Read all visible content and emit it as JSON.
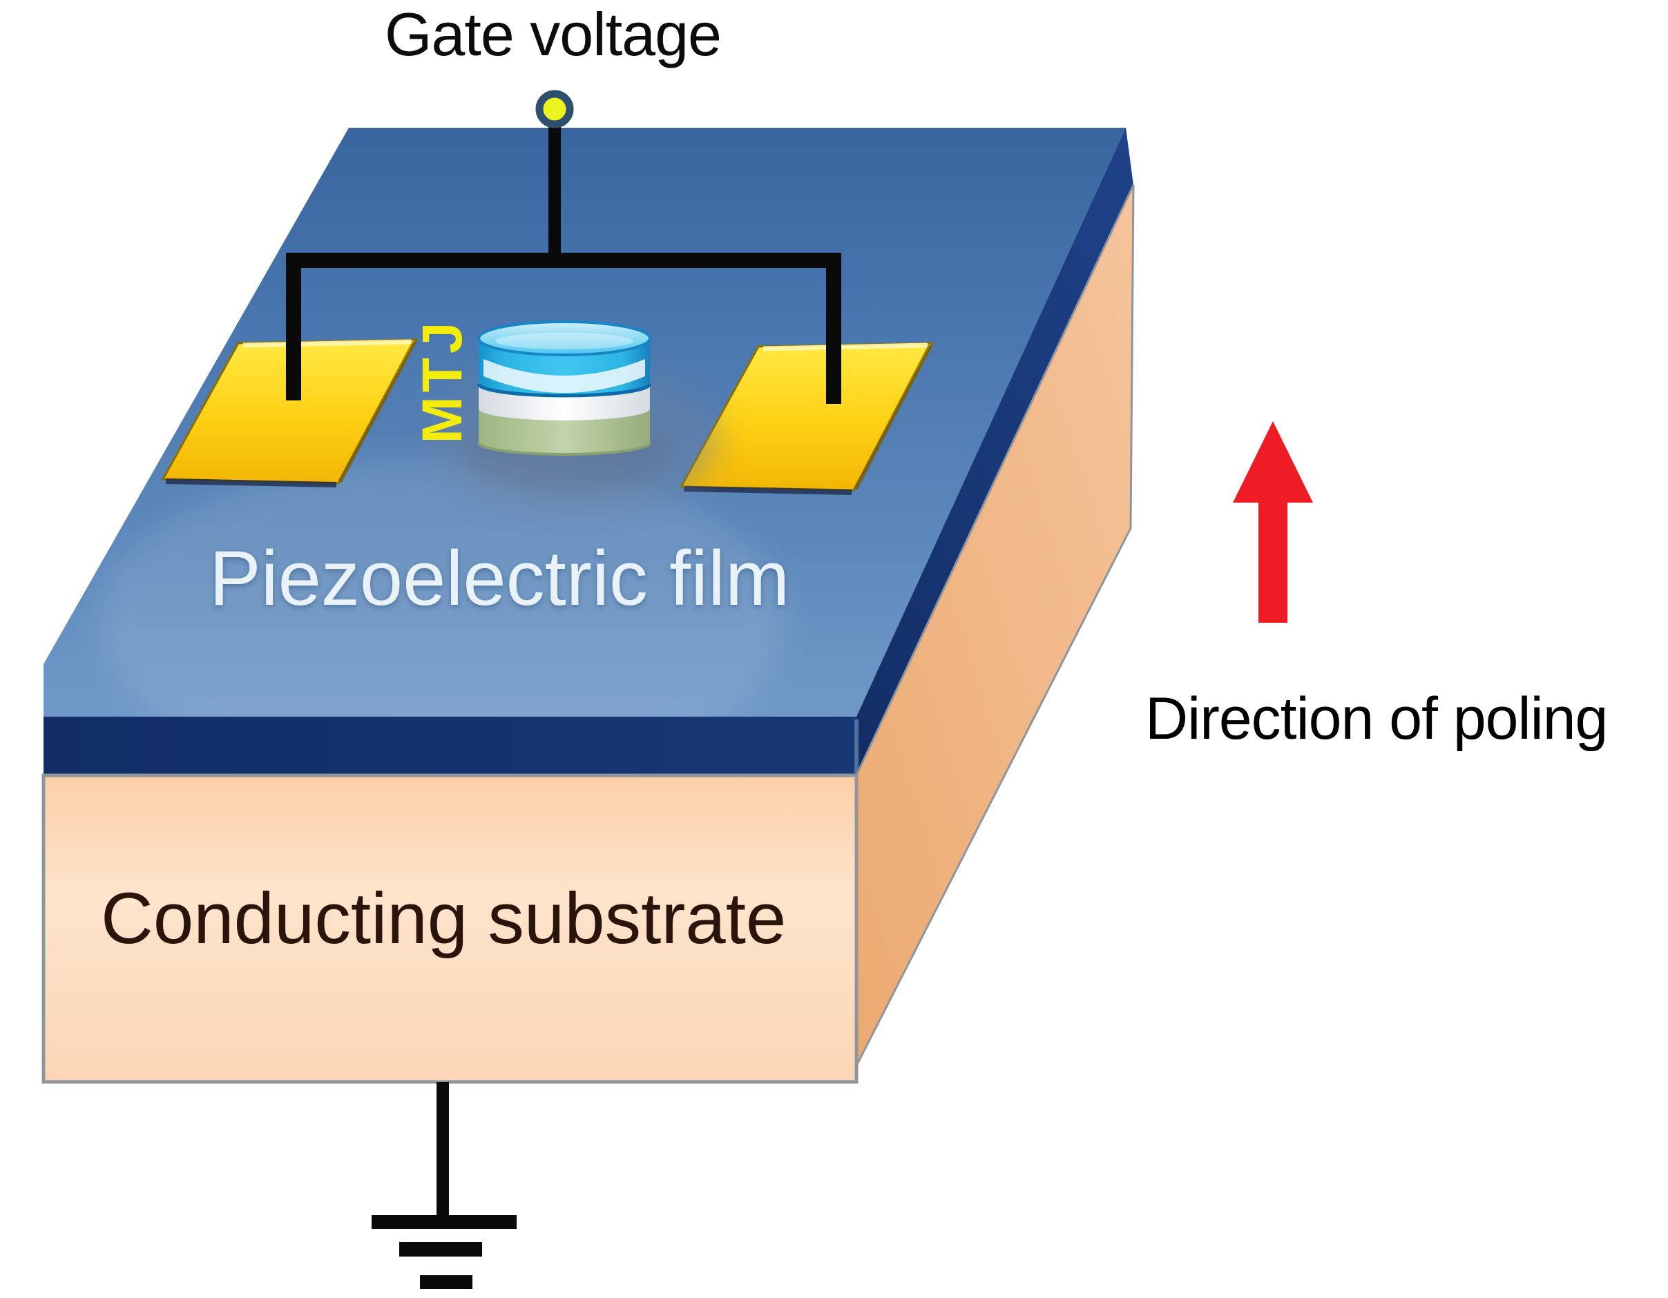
{
  "diagram": {
    "labels": {
      "gate_voltage": "Gate voltage",
      "mtj": "MTJ",
      "piezoelectric_film": "Piezoelectric film",
      "conducting_substrate": "Conducting substrate",
      "direction_of_poling": "Direction of poling"
    },
    "colors": {
      "wire": "#0a0a0a",
      "terminal_fill": "#edf31f",
      "terminal_ring": "#2f4f6e",
      "piezo_top_face": "#5884b8",
      "piezo_front_face": "#14316d",
      "substrate_front_face": "#fcd9bd",
      "substrate_side_face": "#efae77",
      "electrode_pad": "#ffdf15",
      "mtj_top_layer": "#2fb9e8",
      "mtj_middle_layer": "#f7f9fb",
      "mtj_bottom_layer": "#b5c89e",
      "mtj_label": "#f4ec0a",
      "poling_arrow": "#ee1c25",
      "ground_symbol": "#0a0a0a"
    },
    "icons": {
      "gate_terminal": "circle-terminal-icon",
      "ground": "earth-ground-icon",
      "poling_arrow": "up-arrow-icon"
    }
  }
}
